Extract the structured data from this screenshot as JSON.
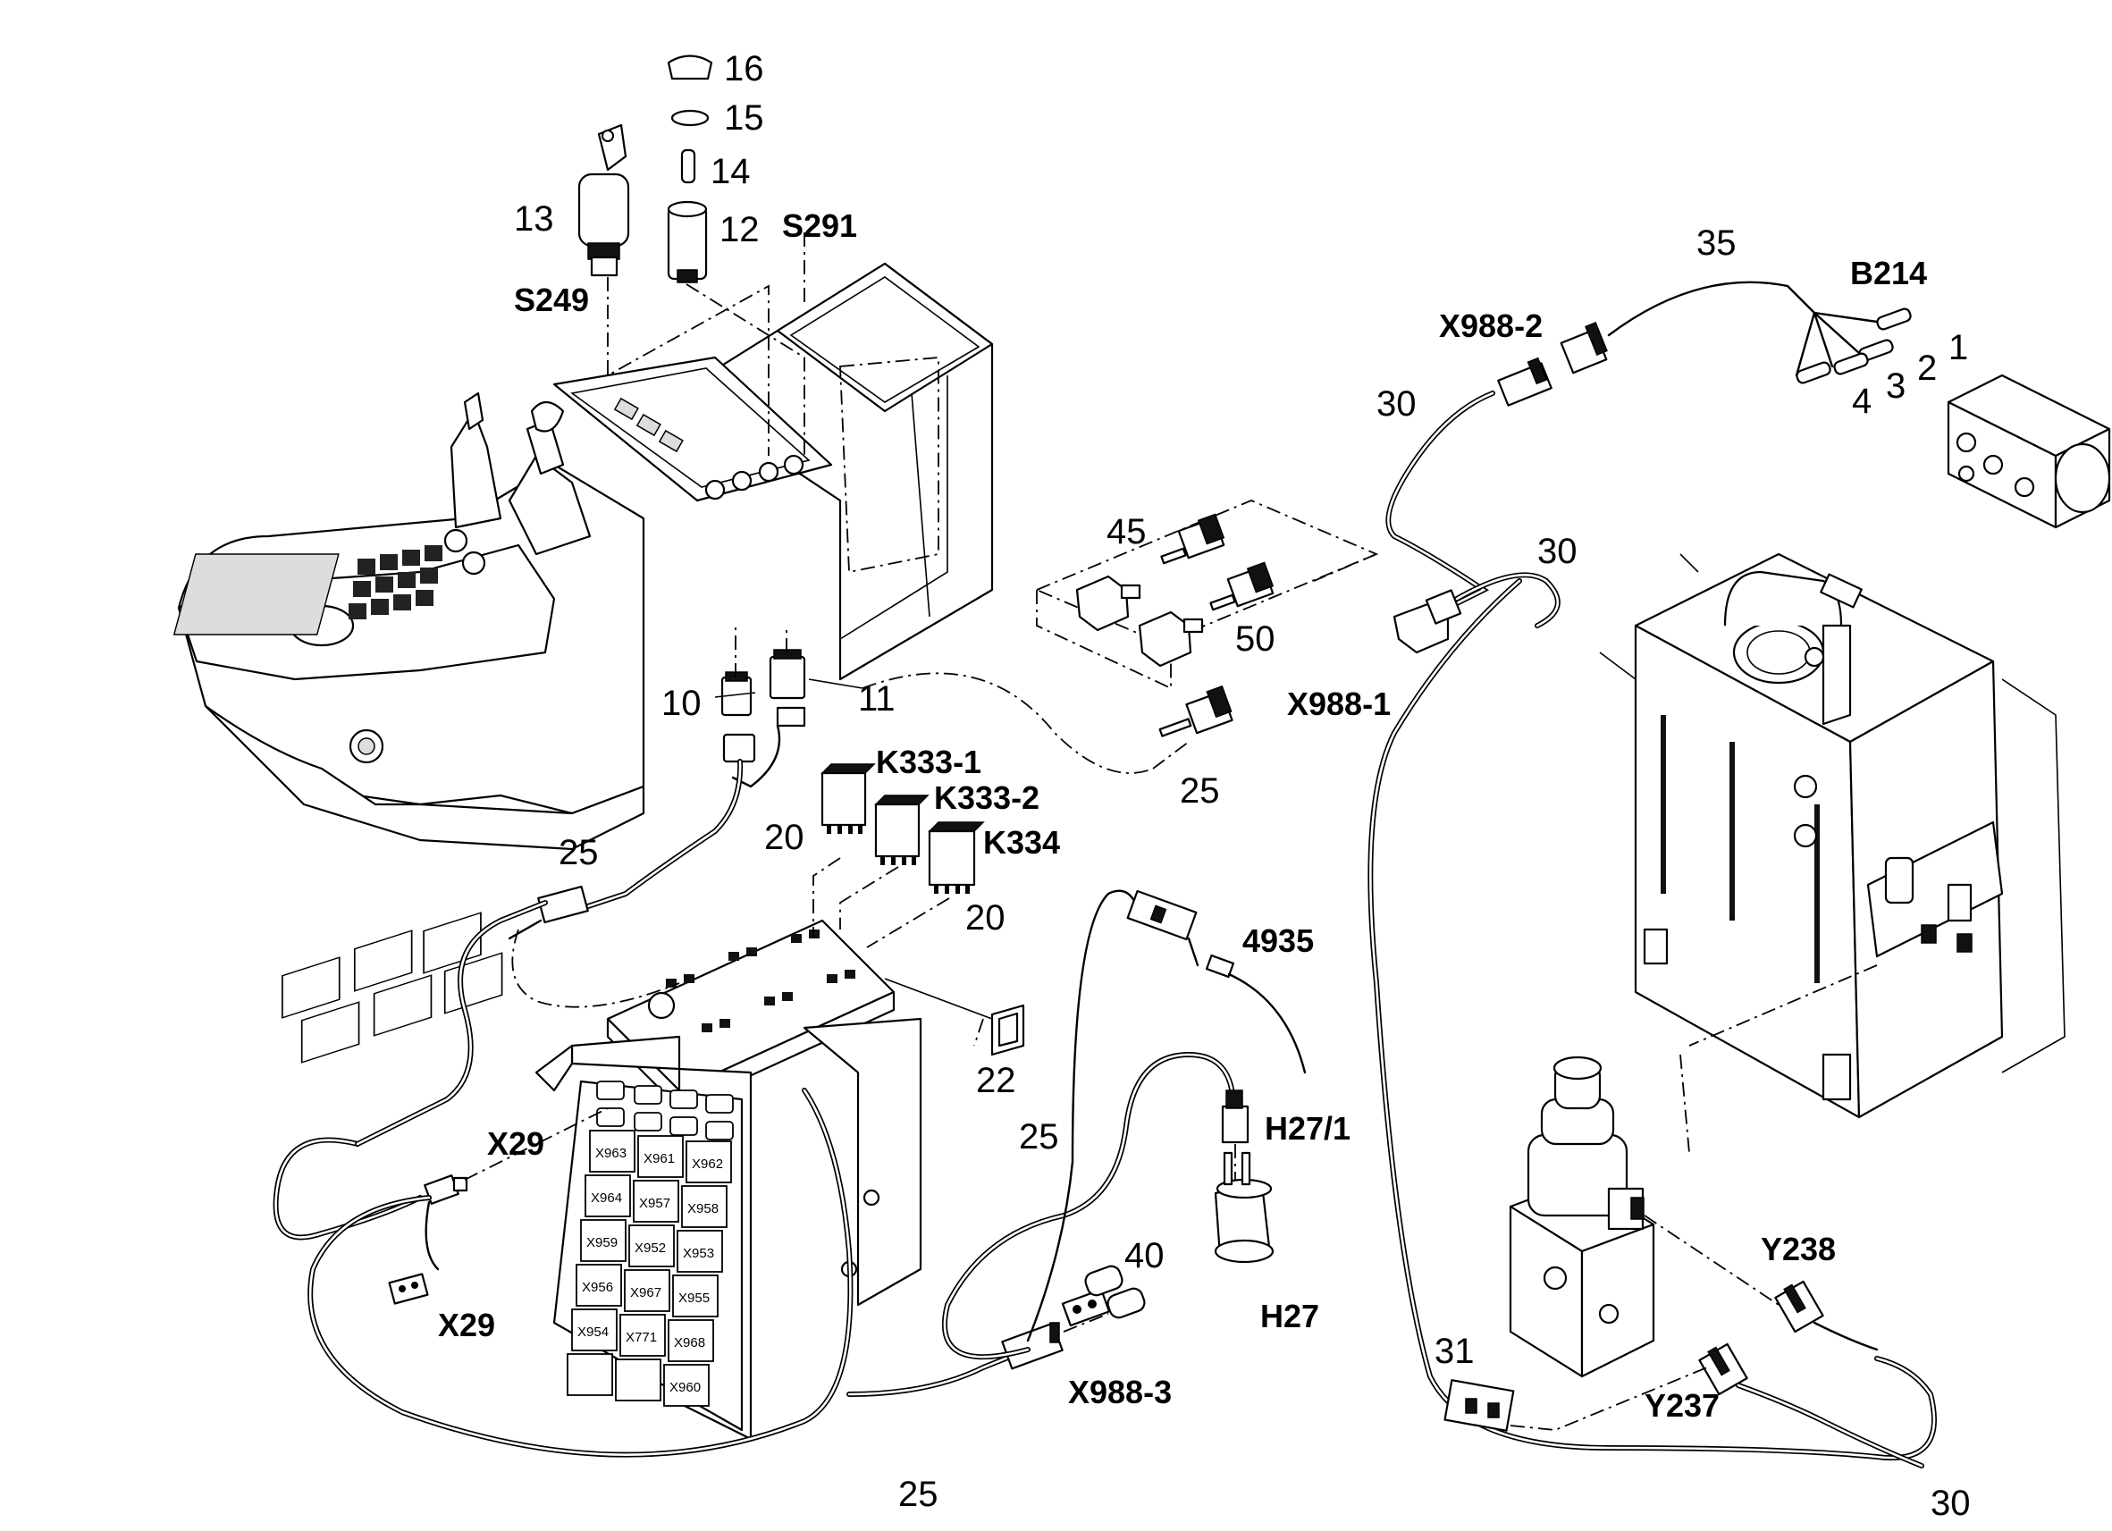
{
  "labels": {
    "l16": "16",
    "l15": "15",
    "l14": "14",
    "l13": "13",
    "l12": "12",
    "s291": "S291",
    "s249": "S249",
    "l35": "35",
    "b214": "B214",
    "x988_2": "X988-2",
    "l30a": "30",
    "pin1": "1",
    "pin2": "2",
    "pin3": "3",
    "pin4": "4",
    "l45": "45",
    "l30b": "30",
    "l50": "50",
    "x988_1": "X988-1",
    "l10": "10",
    "l11": "11",
    "k333_1": "K333-1",
    "k333_2": "K333-2",
    "k334": "K334",
    "l20a": "20",
    "l20b": "20",
    "l25a": "25",
    "l25b": "25",
    "l25c": "25",
    "l25d": "25",
    "l4935": "4935",
    "l22": "22",
    "x29a": "X29",
    "x29b": "X29",
    "h27_1": "H27/1",
    "h27": "H27",
    "l40": "40",
    "x988_3": "X988-3",
    "y238": "Y238",
    "y237": "Y237",
    "l31": "31",
    "l30c": "30"
  },
  "fuse_cells": [
    "X963",
    "X961",
    "X962",
    "X964",
    "X957",
    "X958",
    "X959",
    "X952",
    "X953",
    "X956",
    "X967",
    "X955",
    "X954",
    "X771",
    "X968",
    "",
    "",
    "X960"
  ]
}
